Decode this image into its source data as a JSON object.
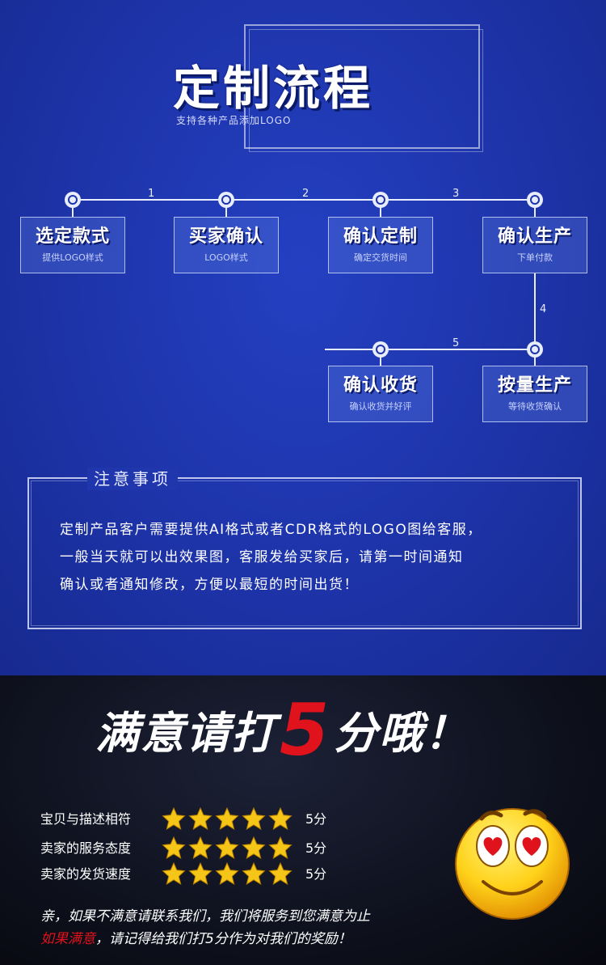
{
  "header": {
    "title": "定制流程",
    "subtitle": "支持各种产品添加LOGO"
  },
  "flow": {
    "step_numbers": [
      "1",
      "2",
      "3",
      "4",
      "5"
    ],
    "steps": [
      {
        "title": "选定款式",
        "sub": "提供LOGO样式"
      },
      {
        "title": "买家确认",
        "sub": "LOGO样式"
      },
      {
        "title": "确认定制",
        "sub": "确定交货时间"
      },
      {
        "title": "确认生产",
        "sub": "下单付款"
      },
      {
        "title": "按量生产",
        "sub": "等待收货确认"
      },
      {
        "title": "确认收货",
        "sub": "确认收货并好评"
      }
    ]
  },
  "notice": {
    "title": "注意事项",
    "lines": [
      "定制产品客户需要提供AI格式或者CDR格式的LOGO图给客服，",
      "一般当天就可以出效果图，客服发给买家后，请第一时间通知",
      "确认或者通知修改，方便以最短的时间出货！"
    ]
  },
  "rating": {
    "headline_pre": "满意请打",
    "headline_num": "5",
    "headline_post": "分哦！",
    "items": [
      {
        "label": "宝贝与描述相符",
        "stars": 5,
        "score": "5分"
      },
      {
        "label": "卖家的服务态度",
        "stars": 5,
        "score": "5分"
      },
      {
        "label": "卖家的发货速度",
        "stars": 5,
        "score": "5分"
      }
    ],
    "message_line1": "亲，如果不满意请联系我们，我们将服务到您满意为止",
    "message_line2_red": "如果满意",
    "message_line2_rest": "，请记得给我们打5分作为对我们的奖励！"
  },
  "colors": {
    "accent_red": "#e0121c",
    "blue_bg": "#1d33a8",
    "dark_bg": "#0e111d",
    "star_gold": "#f5c518"
  },
  "icons": [
    "star-icon",
    "smiley-heart-eyes-icon"
  ]
}
